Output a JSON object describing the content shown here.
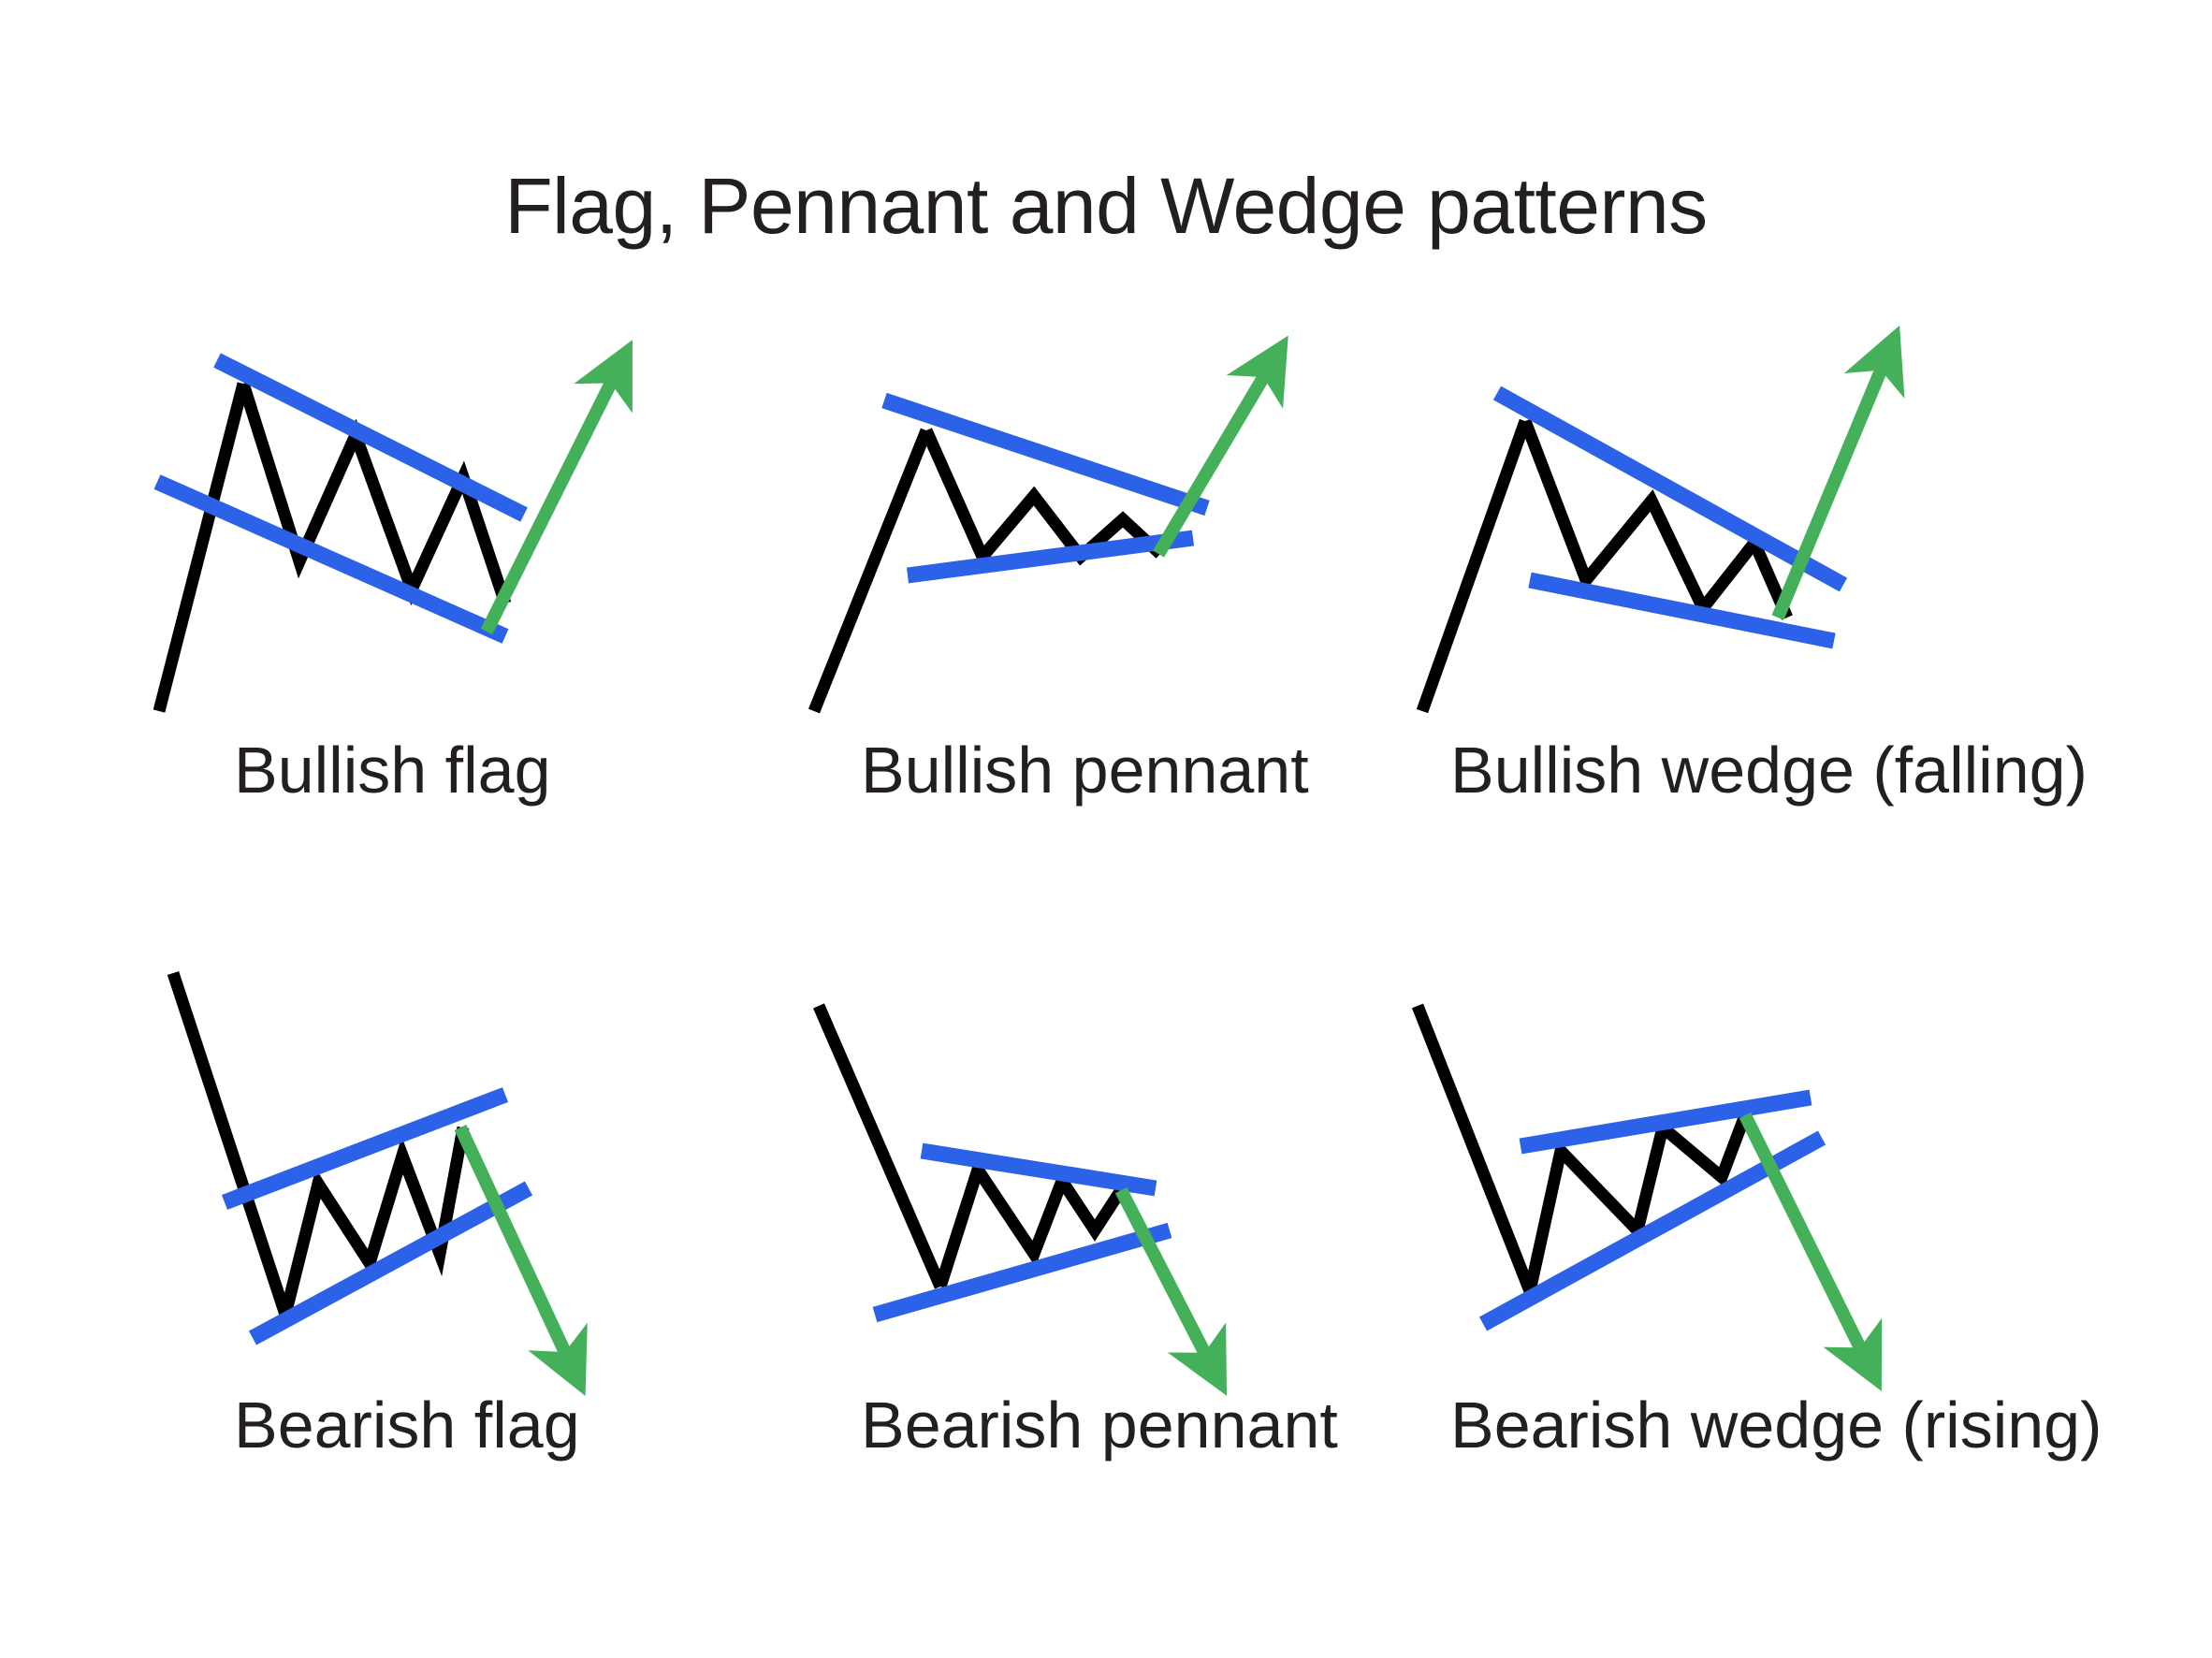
{
  "title": "Flag, Pennant and Wedge patterns",
  "colors": {
    "background": "#ffffff",
    "price_line": "#000000",
    "trendline_blue": "#2b62e8",
    "breakout_green": "#44b05a",
    "text": "#231f20"
  },
  "chart_data": {
    "type": "diagram",
    "title": "Flag, Pennant and Wedge patterns",
    "xlabel": "",
    "ylabel": "",
    "grid": false,
    "legend": "none",
    "layout": {
      "rows": 2,
      "cols": 3
    },
    "panels": [
      {
        "id": "bullish-flag",
        "label": "Bullish flag",
        "row": 0,
        "col": 0,
        "bias": "bullish",
        "pole_direction": "up",
        "channel": "parallel-down-sloping",
        "breakout_direction": "up",
        "pole": [
          [
            30,
            430
          ],
          [
            120,
            80
          ]
        ],
        "zigzag": [
          [
            120,
            80
          ],
          [
            180,
            270
          ],
          [
            240,
            135
          ],
          [
            300,
            300
          ],
          [
            355,
            180
          ],
          [
            400,
            315
          ]
        ],
        "trendline_upper": [
          [
            92,
            55
          ],
          [
            420,
            220
          ]
        ],
        "trendline_lower": [
          [
            28,
            185
          ],
          [
            400,
            350
          ]
        ],
        "arrow": [
          [
            380,
            345
          ],
          [
            530,
            45
          ]
        ]
      },
      {
        "id": "bullish-pennant",
        "label": "Bullish pennant",
        "row": 0,
        "col": 1,
        "bias": "bullish",
        "pole_direction": "up",
        "channel": "converging-symmetrical",
        "breakout_direction": "up",
        "pole": [
          [
            30,
            430
          ],
          [
            150,
            130
          ]
        ],
        "zigzag": [
          [
            150,
            130
          ],
          [
            210,
            265
          ],
          [
            265,
            200
          ],
          [
            315,
            265
          ],
          [
            360,
            225
          ],
          [
            400,
            262
          ]
        ],
        "trendline_upper": [
          [
            105,
            98
          ],
          [
            450,
            213
          ]
        ],
        "trendline_lower": [
          [
            130,
            285
          ],
          [
            435,
            245
          ]
        ],
        "arrow": [
          [
            398,
            262
          ],
          [
            530,
            40
          ]
        ]
      },
      {
        "id": "bullish-wedge-falling",
        "label": "Bullish wedge (falling)",
        "row": 0,
        "col": 2,
        "bias": "bullish",
        "pole_direction": "up",
        "channel": "falling-wedge-converging",
        "breakout_direction": "up",
        "pole": [
          [
            20,
            430
          ],
          [
            130,
            120
          ]
        ],
        "zigzag": [
          [
            130,
            120
          ],
          [
            195,
            290
          ],
          [
            265,
            205
          ],
          [
            320,
            320
          ],
          [
            375,
            250
          ],
          [
            410,
            330
          ]
        ],
        "trendline_upper": [
          [
            100,
            90
          ],
          [
            470,
            295
          ]
        ],
        "trendline_lower": [
          [
            135,
            290
          ],
          [
            460,
            355
          ]
        ],
        "arrow": [
          [
            400,
            330
          ],
          [
            525,
            30
          ]
        ]
      },
      {
        "id": "bearish-flag",
        "label": "Bearish flag",
        "row": 1,
        "col": 0,
        "bias": "bearish",
        "pole_direction": "down",
        "channel": "parallel-up-sloping",
        "breakout_direction": "down",
        "pole": [
          [
            45,
            10
          ],
          [
            165,
            375
          ]
        ],
        "zigzag": [
          [
            165,
            375
          ],
          [
            200,
            235
          ],
          [
            255,
            320
          ],
          [
            290,
            205
          ],
          [
            330,
            310
          ],
          [
            355,
            175
          ]
        ],
        "trendline_upper": [
          [
            100,
            255
          ],
          [
            400,
            140
          ]
        ],
        "trendline_lower": [
          [
            130,
            400
          ],
          [
            425,
            240
          ]
        ],
        "arrow": [
          [
            352,
            175
          ],
          [
            480,
            450
          ]
        ]
      },
      {
        "id": "bearish-pennant",
        "label": "Bearish pennant",
        "row": 1,
        "col": 1,
        "bias": "bearish",
        "pole_direction": "down",
        "channel": "converging-symmetrical",
        "breakout_direction": "down",
        "pole": [
          [
            35,
            45
          ],
          [
            165,
            345
          ]
        ],
        "zigzag": [
          [
            165,
            345
          ],
          [
            205,
            220
          ],
          [
            265,
            310
          ],
          [
            295,
            232
          ],
          [
            330,
            285
          ],
          [
            358,
            242
          ]
        ],
        "trendline_upper": [
          [
            145,
            200
          ],
          [
            395,
            240
          ]
        ],
        "trendline_lower": [
          [
            95,
            375
          ],
          [
            410,
            285
          ]
        ],
        "arrow": [
          [
            358,
            242
          ],
          [
            465,
            450
          ]
        ]
      },
      {
        "id": "bearish-wedge-rising",
        "label": "Bearish wedge (rising)",
        "row": 1,
        "col": 2,
        "bias": "bearish",
        "pole_direction": "down",
        "channel": "rising-wedge-converging",
        "breakout_direction": "down",
        "pole": [
          [
            15,
            45
          ],
          [
            135,
            350
          ]
        ],
        "zigzag": [
          [
            135,
            350
          ],
          [
            168,
            200
          ],
          [
            250,
            285
          ],
          [
            277,
            175
          ],
          [
            340,
            228
          ],
          [
            365,
            162
          ]
        ],
        "trendline_upper": [
          [
            125,
            195
          ],
          [
            435,
            143
          ]
        ],
        "trendline_lower": [
          [
            85,
            385
          ],
          [
            447,
            186
          ]
        ],
        "arrow": [
          [
            365,
            162
          ],
          [
            505,
            445
          ]
        ]
      }
    ]
  }
}
